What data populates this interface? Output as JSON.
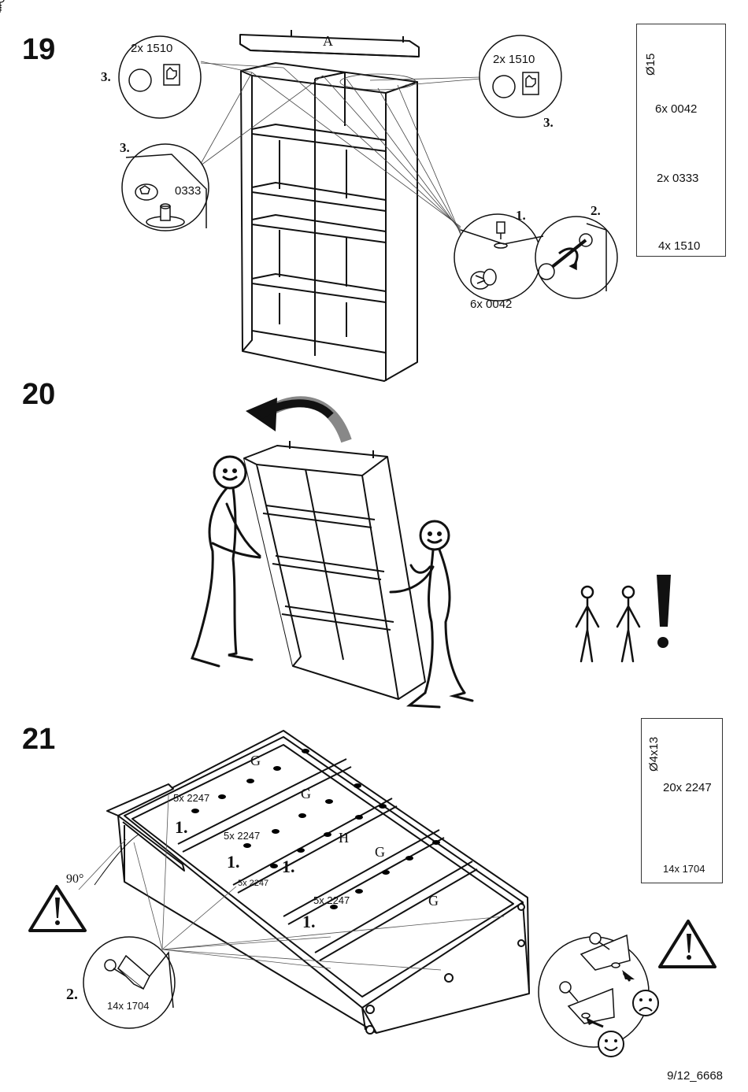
{
  "steps": [
    {
      "number": "19",
      "top_part_label": "A",
      "callouts": {
        "cap_left_qty": "2x 1510",
        "cap_right_qty": "2x 1510",
        "order_cap_left": "3.",
        "order_cap_right": "3.",
        "order_cam_disc": "3.",
        "cam_disc_code": "0333",
        "cam_qty": "6x 0042",
        "order_insert": "1.",
        "order_turn": "2."
      },
      "parts": {
        "size": "Ø15",
        "items": [
          {
            "label": "6x 0042",
            "icon": "cam-lock-icon"
          },
          {
            "label": "2x 0333",
            "icon": "cam-disc-icon"
          },
          {
            "label": "4x 1510",
            "icon": "cover-cap-icon"
          }
        ]
      }
    },
    {
      "number": "20",
      "note_icon": "two-people-warning-icon"
    },
    {
      "number": "21",
      "angle": "90°",
      "panel_labels": [
        "G",
        "G",
        "H",
        "G",
        "G"
      ],
      "screw_groups": [
        {
          "order": "1.",
          "qty": "5x 2247"
        },
        {
          "order": "1.",
          "qty": "5x 2247"
        },
        {
          "order": "1.",
          "qty": "5x 2247"
        },
        {
          "order": "1.",
          "qty": "5x 2247"
        }
      ],
      "bracket_callout": {
        "order": "2.",
        "qty": "14x 1704"
      },
      "parts": {
        "size": "Ø4x13",
        "items": [
          {
            "label": "20x 2247",
            "icon": "screw-icon"
          },
          {
            "label": "14x 1704",
            "icon": "corner-bracket-icon"
          }
        ]
      },
      "correct_icon": "smiley-face-icon",
      "incorrect_icon": "sad-face-icon"
    }
  ],
  "footer": "9/12_6668"
}
